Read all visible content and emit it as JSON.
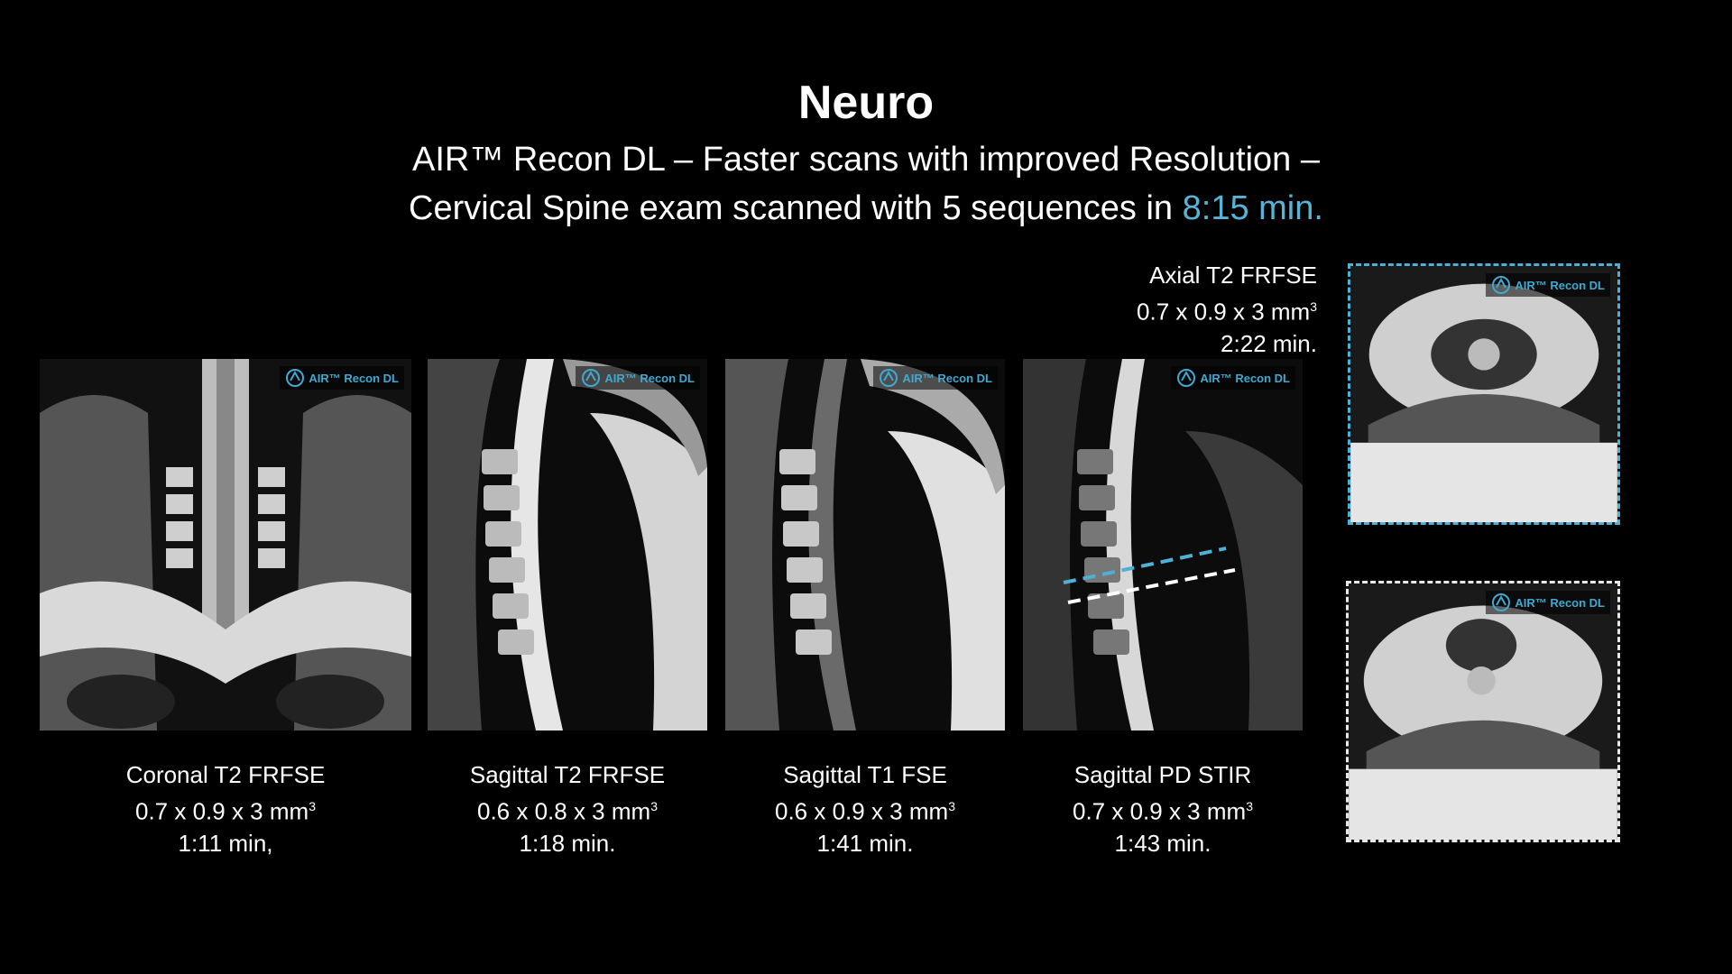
{
  "header": {
    "title": "Neuro",
    "subtitle_line1": "AIR™ Recon DL – Faster scans with improved Resolution –",
    "subtitle_line2_prefix": "Cervical Spine exam scanned with 5 sequences in ",
    "subtitle_line2_highlight": "8:15 min."
  },
  "badge_text": "AIR™ Recon DL",
  "colors": {
    "accent": "#5ab3d6",
    "badge": "#3fa9d1",
    "background": "#000000"
  },
  "sequences": [
    {
      "name": "Coronal T2 FRFSE",
      "resolution": "0.7 x 0.9 x 3 mm",
      "time": "1:11 min,"
    },
    {
      "name": "Sagittal T2 FRFSE",
      "resolution": "0.6 x 0.8 x 3 mm",
      "time": "1:18 min."
    },
    {
      "name": "Sagittal T1 FSE",
      "resolution": "0.6 x 0.9 x 3 mm",
      "time": "1:41 min."
    },
    {
      "name": "Sagittal PD STIR",
      "resolution": "0.7 x 0.9 x 3 mm",
      "time": "1:43 min."
    },
    {
      "name": "Axial T2 FRFSE",
      "resolution": "0.7 x 0.9 x 3 mm",
      "time": "2:22 min."
    }
  ],
  "unit_superscript": "3"
}
